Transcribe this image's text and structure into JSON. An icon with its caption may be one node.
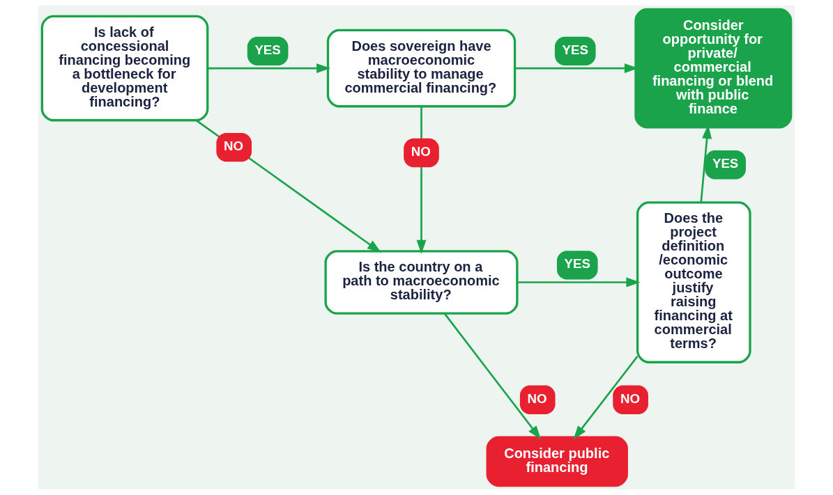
{
  "diagram": {
    "nodes": [
      {
        "text": [
          "Is lack of concessional financing becoming a bottleneck for development financing?"
        ]
      },
      {
        "text": [
          "Does sovereign have macroeconomic stability to manage commercial financing?"
        ]
      },
      {
        "text": [
          "Consider opportunity for private/ commercial financing or blend with public finance"
        ]
      },
      {
        "text": [
          "Is the country on a path to macroeconomic stability?"
        ]
      },
      {
        "text": [
          "Does the project definition /economic outcome justify raising financing at commercial terms?"
        ]
      },
      {
        "text": [
          "Consider public financing"
        ]
      }
    ],
    "edges": [
      {
        "from": 0,
        "to": 1,
        "arrow": "to",
        "label": "YES"
      },
      {
        "from": 1,
        "to": 2,
        "arrow": "to",
        "label": "YES"
      },
      {
        "from": 0,
        "to": 3,
        "arrow": "to",
        "label": "NO"
      },
      {
        "from": 1,
        "to": 3,
        "arrow": "to",
        "label": "NO"
      },
      {
        "from": 3,
        "to": 4,
        "arrow": "to",
        "label": "YES"
      },
      {
        "from": 4,
        "to": 2,
        "arrow": "to",
        "label": "YES"
      },
      {
        "from": 3,
        "to": 5,
        "arrow": "to",
        "label": "NO"
      },
      {
        "from": 4,
        "to": 5,
        "arrow": "to",
        "label": "NO"
      }
    ]
  }
}
